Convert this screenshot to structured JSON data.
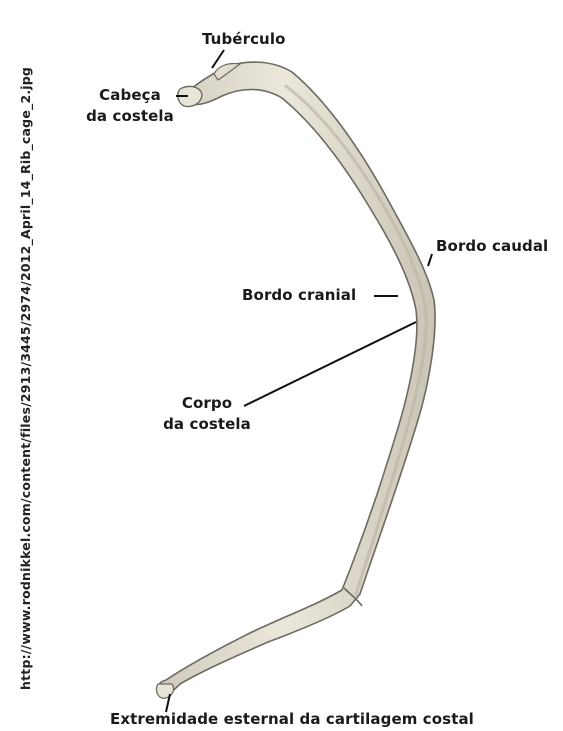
{
  "figure": {
    "source_credit": "http://www.rodnikkel.com/content/files/2913/3445/2974/2012_April_14_Rib_cage_2.jpg",
    "labels": {
      "tuberculo": "Tubérculo",
      "cabeca_line1": "Cabeça",
      "cabeca_line2": "da costela",
      "bordo_caudal": "Bordo caudal",
      "bordo_cranial": "Bordo cranial",
      "corpo_line1": "Corpo",
      "corpo_line2": "da costela",
      "extremidade": "Extremidade esternal da cartilagem costal"
    },
    "colors": {
      "bone_fill": "#e4e0d4",
      "bone_shadow": "#b9b4a6",
      "bone_outline": "#6e6a60",
      "leader_line": "#111111"
    }
  }
}
